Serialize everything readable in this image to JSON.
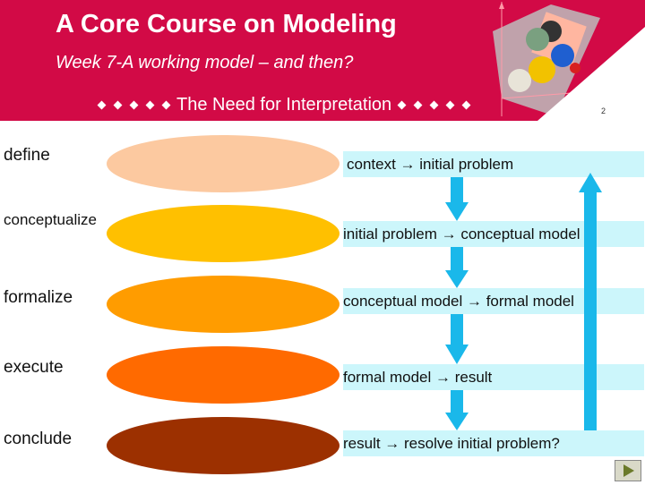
{
  "header": {
    "title": "A Core Course on Modeling",
    "subtitle": "Week 7-A working model – and then?",
    "section": "The Need for Interpretation",
    "page_number": "2",
    "background_color": "#d20a46"
  },
  "steps": [
    {
      "label": "define",
      "color": "#fcc9a0",
      "box_text": "context → initial problem"
    },
    {
      "label": "conceptualize",
      "color": "#ffc000",
      "box_text": "initial problem → conceptual model"
    },
    {
      "label": "formalize",
      "color": "#ff9c00",
      "box_text": "conceptual model → formal model"
    },
    {
      "label": "execute",
      "color": "#ff6a00",
      "box_text": "formal model → result"
    },
    {
      "label": "conclude",
      "color": "#9c3000",
      "box_text": "result → resolve initial problem?"
    }
  ],
  "colors": {
    "box_fill": "#ccf6fb",
    "arrow_fill": "#1ab8ea"
  },
  "icons": {
    "nav_button": "play-triangle-icon",
    "decoration": "colored-balls-icon"
  }
}
